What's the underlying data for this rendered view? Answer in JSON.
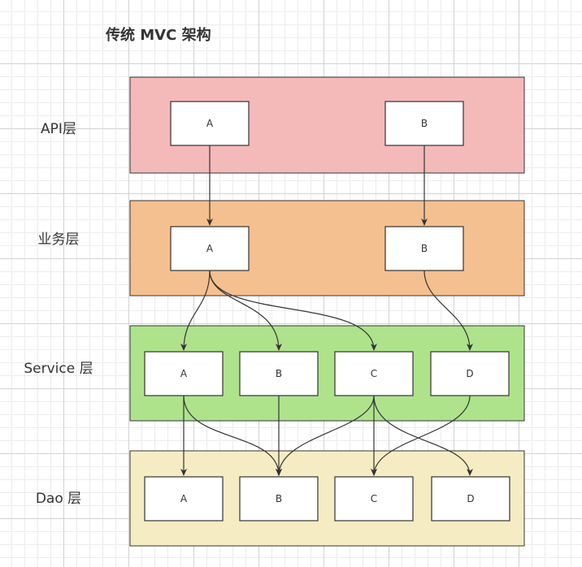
{
  "title": "传统 MVC 架构",
  "colors": {
    "api": "#f4b9b9",
    "biz": "#f4c08f",
    "service": "#aee38c",
    "dao": "#f6ecc3",
    "stroke": "#333333",
    "node_fill": "#ffffff"
  },
  "layers": [
    {
      "key": "api",
      "label": "API层",
      "nodes": [
        "A",
        "B"
      ]
    },
    {
      "key": "biz",
      "label": "业务层",
      "nodes": [
        "A",
        "B"
      ]
    },
    {
      "key": "service",
      "label": "Service 层",
      "nodes": [
        "A",
        "B",
        "C",
        "D"
      ]
    },
    {
      "key": "dao",
      "label": "Dao 层",
      "nodes": [
        "A",
        "B",
        "C",
        "D"
      ]
    }
  ],
  "edges": [
    {
      "from": "api.A",
      "to": "biz.A"
    },
    {
      "from": "api.B",
      "to": "biz.B"
    },
    {
      "from": "biz.A",
      "to": "service.A"
    },
    {
      "from": "biz.A",
      "to": "service.B"
    },
    {
      "from": "biz.A",
      "to": "service.C"
    },
    {
      "from": "biz.B",
      "to": "service.D"
    },
    {
      "from": "service.A",
      "to": "dao.A"
    },
    {
      "from": "service.A",
      "to": "dao.B"
    },
    {
      "from": "service.B",
      "to": "dao.B"
    },
    {
      "from": "service.C",
      "to": "dao.B"
    },
    {
      "from": "service.C",
      "to": "dao.C"
    },
    {
      "from": "service.C",
      "to": "dao.D"
    },
    {
      "from": "service.D",
      "to": "dao.C"
    }
  ]
}
